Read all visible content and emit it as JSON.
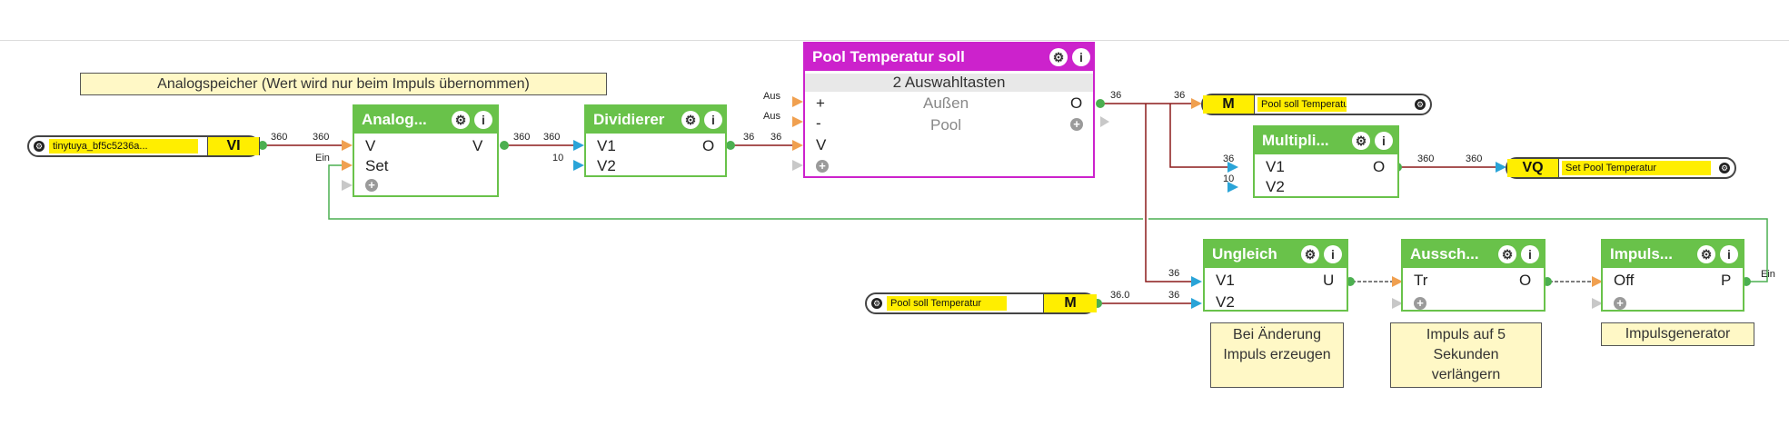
{
  "note_analog": "Analogspeicher (Wert wird nur beim Impuls übernommen)",
  "note_ungleich": "Bei Änderung Impuls erzeugen",
  "note_aussch": "Impuls auf 5 Sekunden verlängern",
  "note_impuls": "Impulsgenerator",
  "conn_vi": {
    "name": "tinytuya_bf5c5236a...",
    "tag": "VI"
  },
  "conn_m_out": {
    "name": "Pool soll Temperatur",
    "tag": "M"
  },
  "conn_vq": {
    "name": "Set Pool Temperatur",
    "tag": "VQ"
  },
  "conn_m_in": {
    "name": "Pool soll Temperatur",
    "tag": "M"
  },
  "analog": {
    "title": "Analog...",
    "in1": "V",
    "in2": "Set",
    "out": "V"
  },
  "divid": {
    "title": "Dividierer",
    "in1": "V1",
    "in2": "V2",
    "out": "O"
  },
  "pool": {
    "title": "Pool Temperatur soll",
    "subtitle": "2 Auswahltasten",
    "in1": "+",
    "in2": "-",
    "in3": "V",
    "outO": "O",
    "label1": "Außen",
    "label2": "Pool"
  },
  "multi": {
    "title": "Multipli...",
    "in1": "V1",
    "in2": "V2",
    "out": "O"
  },
  "ungleich": {
    "title": "Ungleich",
    "in1": "V1",
    "in2": "V2",
    "out": "U"
  },
  "aussch": {
    "title": "Aussch...",
    "in1": "Tr",
    "out": "O"
  },
  "impuls": {
    "title": "Impuls...",
    "in1": "Off",
    "out": "P"
  },
  "wire_labels": {
    "vi_out": "360",
    "analog_in": "360",
    "ein1": "Ein",
    "analog_out": "360",
    "div_in1": "360",
    "div_in2": "10",
    "div_out": "36",
    "pool_inV": "36",
    "aus1": "Aus",
    "aus2": "Aus",
    "pool_out": "36",
    "m_in": "36",
    "mul_in1": "36",
    "mul_in2": "10",
    "mul_out": "360",
    "vq_in": "360",
    "ung_in1": "36",
    "mconn_out": "36.0",
    "ung_in2": "36",
    "ein2": "Ein"
  },
  "colors": {
    "block": "#69c24a",
    "pool_block": "#cc22cc",
    "wire": "#8b1a1a",
    "feedback": "#4caf50"
  }
}
